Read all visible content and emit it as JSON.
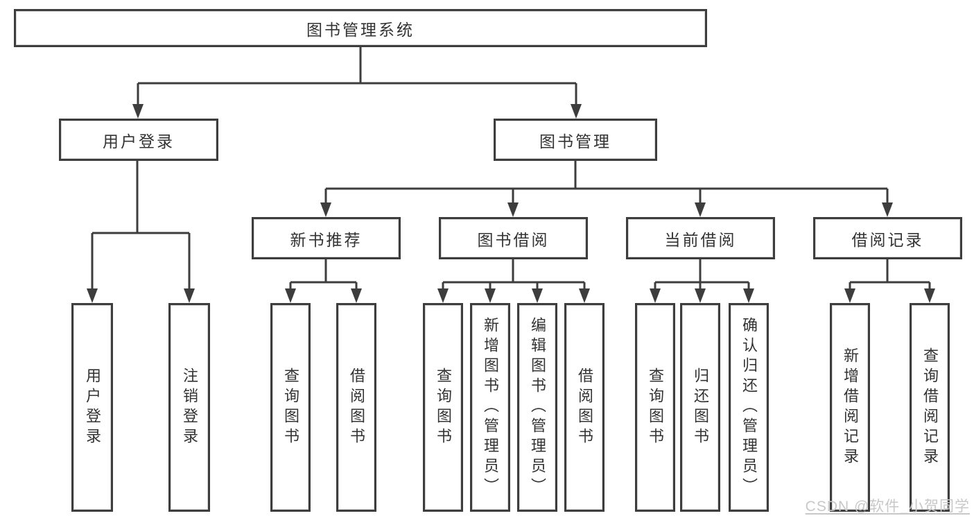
{
  "diagram": {
    "root": {
      "label": "图书管理系统"
    },
    "user_login": {
      "label": "用户登录",
      "children": [
        {
          "label": "用户登录"
        },
        {
          "label": "注销登录"
        }
      ]
    },
    "book_mgmt": {
      "label": "图书管理",
      "children": [
        {
          "label": "新书推荐",
          "children": [
            {
              "label": "查询图书"
            },
            {
              "label": "借阅图书"
            }
          ]
        },
        {
          "label": "图书借阅",
          "children": [
            {
              "label": "查询图书"
            },
            {
              "label": "新增图书（管理员）"
            },
            {
              "label": "编辑图书（管理员）"
            },
            {
              "label": "借阅图书"
            }
          ]
        },
        {
          "label": "当前借阅",
          "children": [
            {
              "label": "查询图书"
            },
            {
              "label": "归还图书"
            },
            {
              "label": "确认归还（管理员）"
            }
          ]
        },
        {
          "label": "借阅记录",
          "children": [
            {
              "label": "新增借阅记录"
            },
            {
              "label": "查询借阅记录"
            }
          ]
        }
      ]
    }
  },
  "watermark": "CSDN @软件_小贺同学",
  "colors": {
    "line": "#3d3d3d",
    "text": "#333333",
    "watermark": "#c8c8c8",
    "background": "#ffffff"
  }
}
